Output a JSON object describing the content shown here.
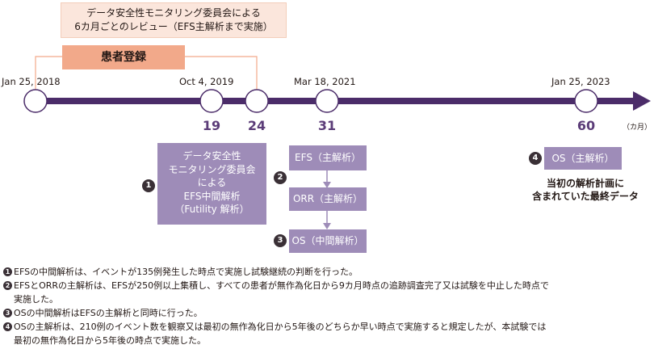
{
  "dmc_box": {
    "line1": "データ安全性モニタリング委員会による",
    "line2": "6カ月ごとのレビュー（EFS主解析まで実施）"
  },
  "registration_label": "患者登録",
  "timeline": {
    "unit_label": "（カ月）",
    "milestones": [
      {
        "date": "Jan 25, 2018",
        "month": ""
      },
      {
        "date": "Oct 4, 2019",
        "month": "19"
      },
      {
        "date": "",
        "month": "24"
      },
      {
        "date": "Mar 18, 2021",
        "month": "31"
      },
      {
        "date": "Jan 25, 2023",
        "month": "60"
      }
    ]
  },
  "analyses": {
    "a1": {
      "badge": "1",
      "lines": [
        "データ安全性",
        "モニタリング委員会",
        "による",
        "EFS中間解析",
        "（Futility 解析）"
      ]
    },
    "a2": {
      "badge": "2",
      "efs": "EFS（主解析）",
      "orr": "ORR（主解析）"
    },
    "a3": {
      "badge": "3",
      "label": "OS（中間解析）"
    },
    "a4": {
      "badge": "4",
      "label": "OS（主解析）"
    }
  },
  "final_note": {
    "line1": "当初の解析計画に",
    "line2": "含まれていた最終データ"
  },
  "footnotes": [
    {
      "badge": "1",
      "text": "EFSの中間解析は、イベントが135例発生した時点で実施し試験継続の判断を行った。"
    },
    {
      "badge": "2",
      "text": "EFSとORRの主解析は、EFSが250例以上集積し、すべての患者が無作為化日から9カ月時点の追跡調査完了又は試験を中止した時点で\n実施した。"
    },
    {
      "badge": "3",
      "text": "OSの中間解析はEFSの主解析と同時に行った。"
    },
    {
      "badge": "4",
      "text": "OSの主解析は、210例のイベント数を観察又は最初の無作為化日から5年後のどちらか早い時点で実施すると規定したが、本試験では\n最初の無作為化日から5年後の時点で実施した。"
    }
  ],
  "colors": {
    "timeline": "#4b2c69",
    "purple_box": "#9e8cb8",
    "registration": "#f2a98a",
    "dmc_box": "#fbe6dc",
    "month_text": "#5b3c78"
  }
}
